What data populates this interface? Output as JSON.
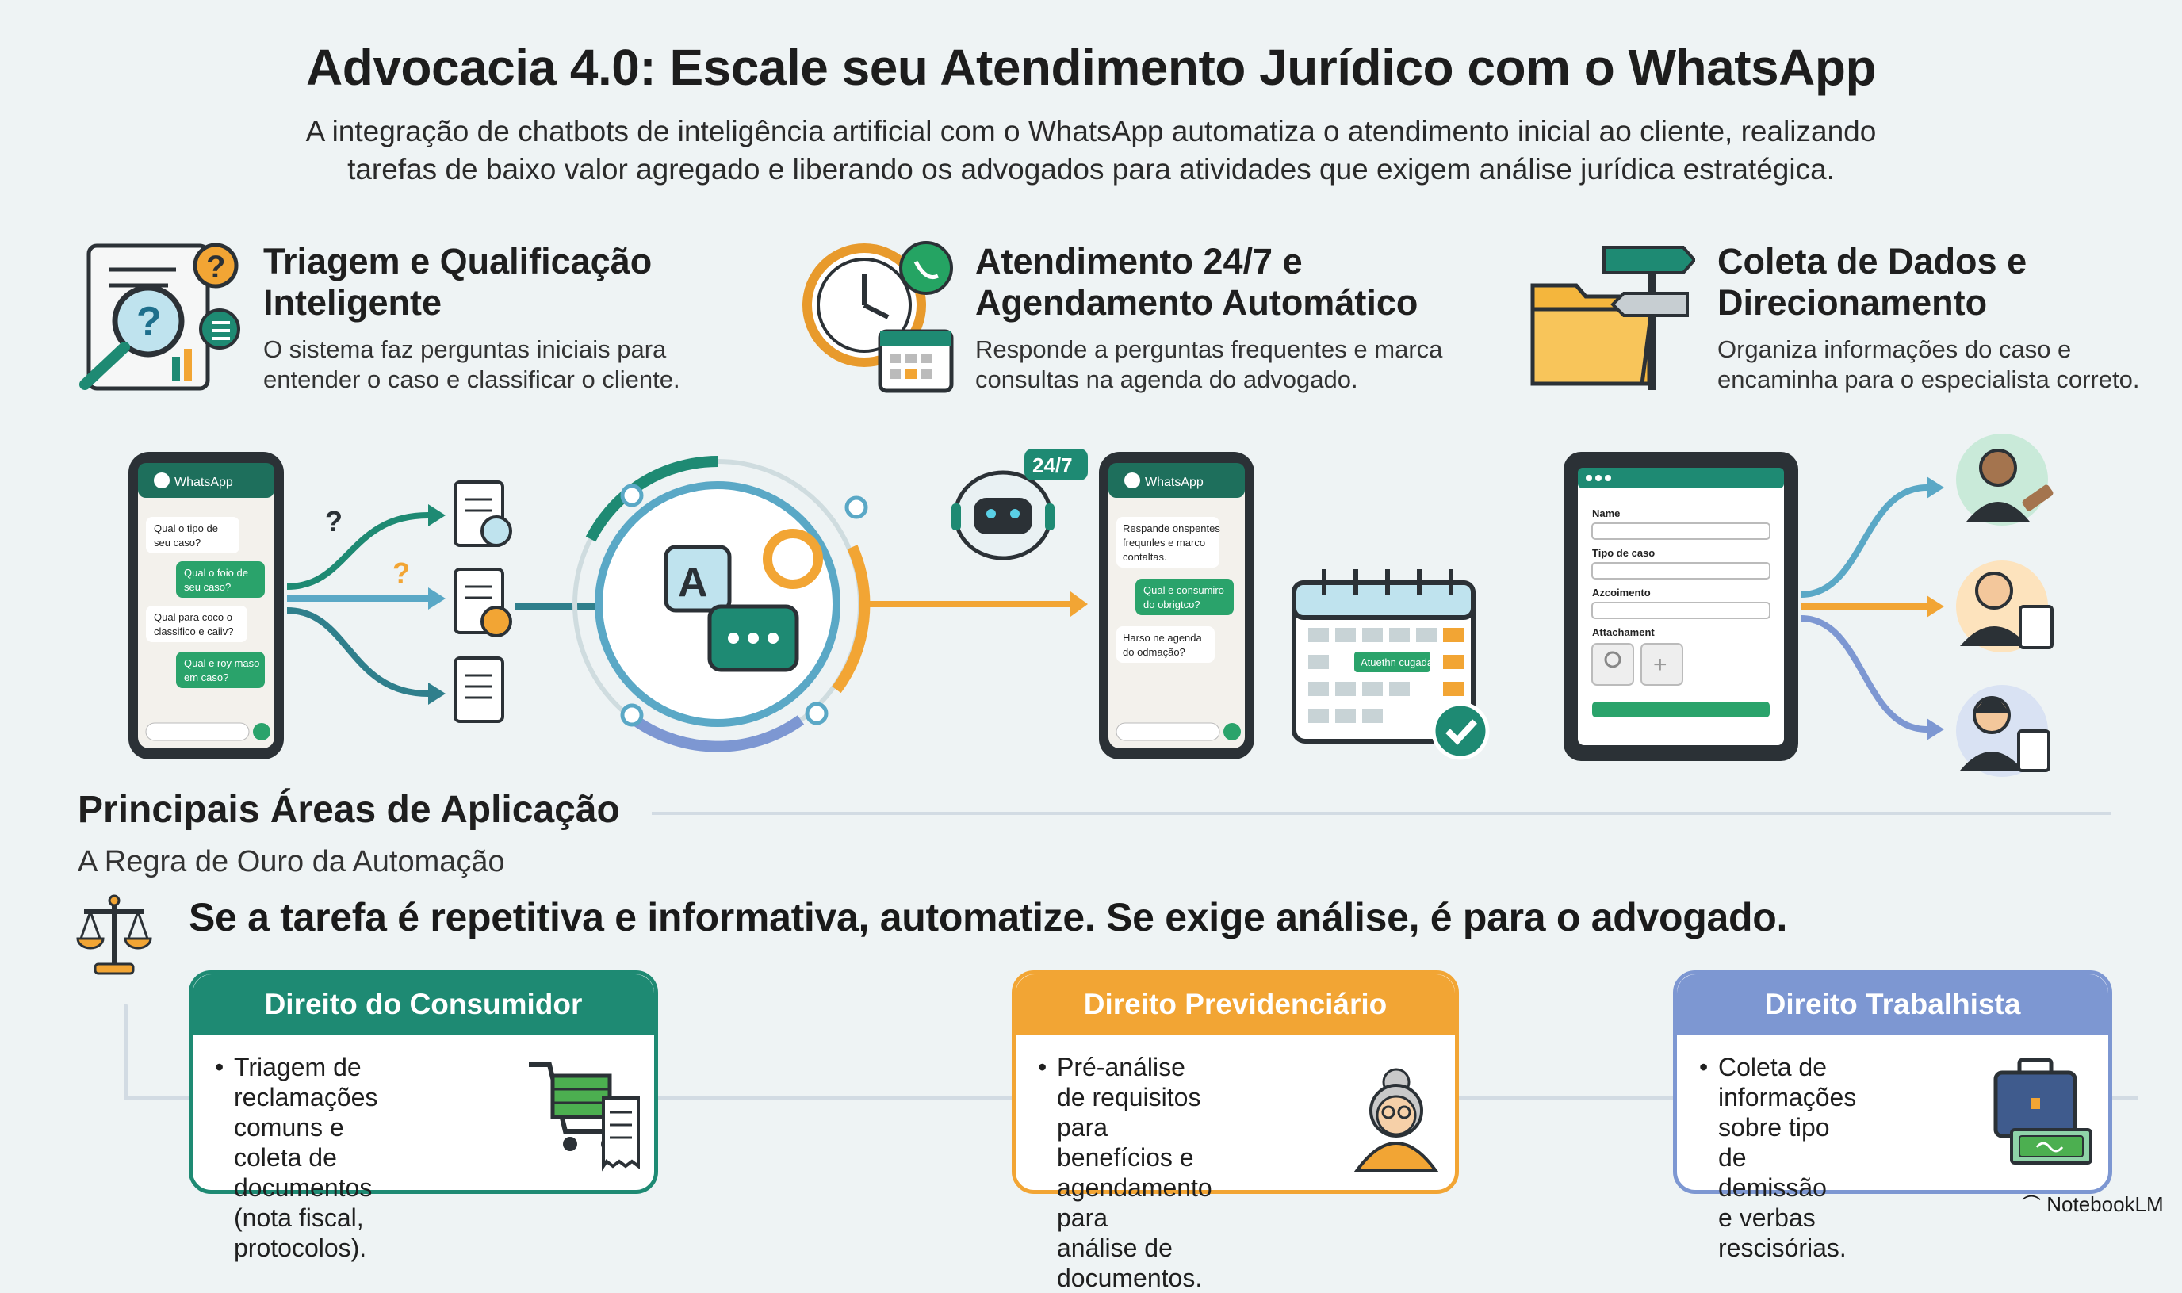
{
  "title": "Advocacia 4.0: Escale seu Atendimento Jurídico com o WhatsApp",
  "subtitle": {
    "line1": "A integração de chatbots de inteligência artificial com o WhatsApp automatiza o atendimento inicial ao cliente, realizando",
    "line2": "tarefas de baixo valor agregado e liberando os advogados para atividades que exigem análise jurídica estratégica."
  },
  "features": [
    {
      "title1": "Triagem e Qualificação",
      "title2": "Inteligente",
      "desc1": "O sistema faz perguntas iniciais para",
      "desc2": "entender o caso e classificar o cliente."
    },
    {
      "title1": "Atendimento 24/7 e",
      "title2": "Agendamento Automático",
      "desc1": "Responde a perguntas frequentes e marca",
      "desc2": "consultas na agenda do advogado."
    },
    {
      "title1": "Coleta de Dados e",
      "title2": "Direcionamento",
      "desc1": "Organiza informações do caso e",
      "desc2": "encaminha para o especialista correto."
    }
  ],
  "phone1": {
    "app": "WhatsApp",
    "messages": [
      {
        "side": "left",
        "l1": "Qual o tipo de",
        "l2": "seu caso?"
      },
      {
        "side": "right",
        "l1": "Qual o foio de",
        "l2": "seu caso?"
      },
      {
        "side": "left",
        "l1": "Qual para coco o",
        "l2": "classifico e caiiv?"
      },
      {
        "side": "right",
        "l1": "Qual e roy maso",
        "l2": "em caso?"
      }
    ]
  },
  "phone2": {
    "app": "WhatsApp",
    "badge": "24/7",
    "messages": [
      {
        "side": "left",
        "l1": "Respande onspentes",
        "l2": "frequnles e marco",
        "l3": "contaltas."
      },
      {
        "side": "right",
        "l1": "Qual e consumiro",
        "l2": "do obrigtco?",
        "l3": ""
      },
      {
        "side": "left",
        "l1": "Harso ne agenda",
        "l2": "do odmação?",
        "l3": ""
      }
    ],
    "calendar_event": "Atuethn cugada"
  },
  "form": {
    "fields": [
      "Name",
      "Tipo de caso",
      "Azcoimento",
      "Attachament"
    ]
  },
  "section": {
    "heading": "Principais Áreas de Aplicação",
    "subheading": "A Regra de Ouro da Automação",
    "rule": "Se a tarefa é repetitiva e informativa, automatize. Se exige análise, é para o advogado."
  },
  "areas": [
    {
      "title": "Direito do Consumidor",
      "color": "#1e8a73",
      "lines": [
        "Triagem de reclamações",
        "comuns e coleta de",
        "documentos (nota fiscal,",
        "protocolos)."
      ]
    },
    {
      "title": "Direito Previdenciário",
      "color": "#f2a534",
      "lines": [
        "Pré-análise de requisitos",
        "para benefícios e",
        "agendamento para",
        "análise de documentos."
      ]
    },
    {
      "title": "Direito Trabalhista",
      "color": "#7d97d2",
      "lines": [
        "Coleta de informações",
        "sobre tipo de demissão",
        "e verbas rescisórias."
      ]
    }
  ],
  "footer": {
    "brand": "NotebookLM"
  },
  "colors": {
    "green": "#1e8a73",
    "orange": "#f2a534",
    "blue": "#7d97d2",
    "dark": "#2b3136"
  }
}
